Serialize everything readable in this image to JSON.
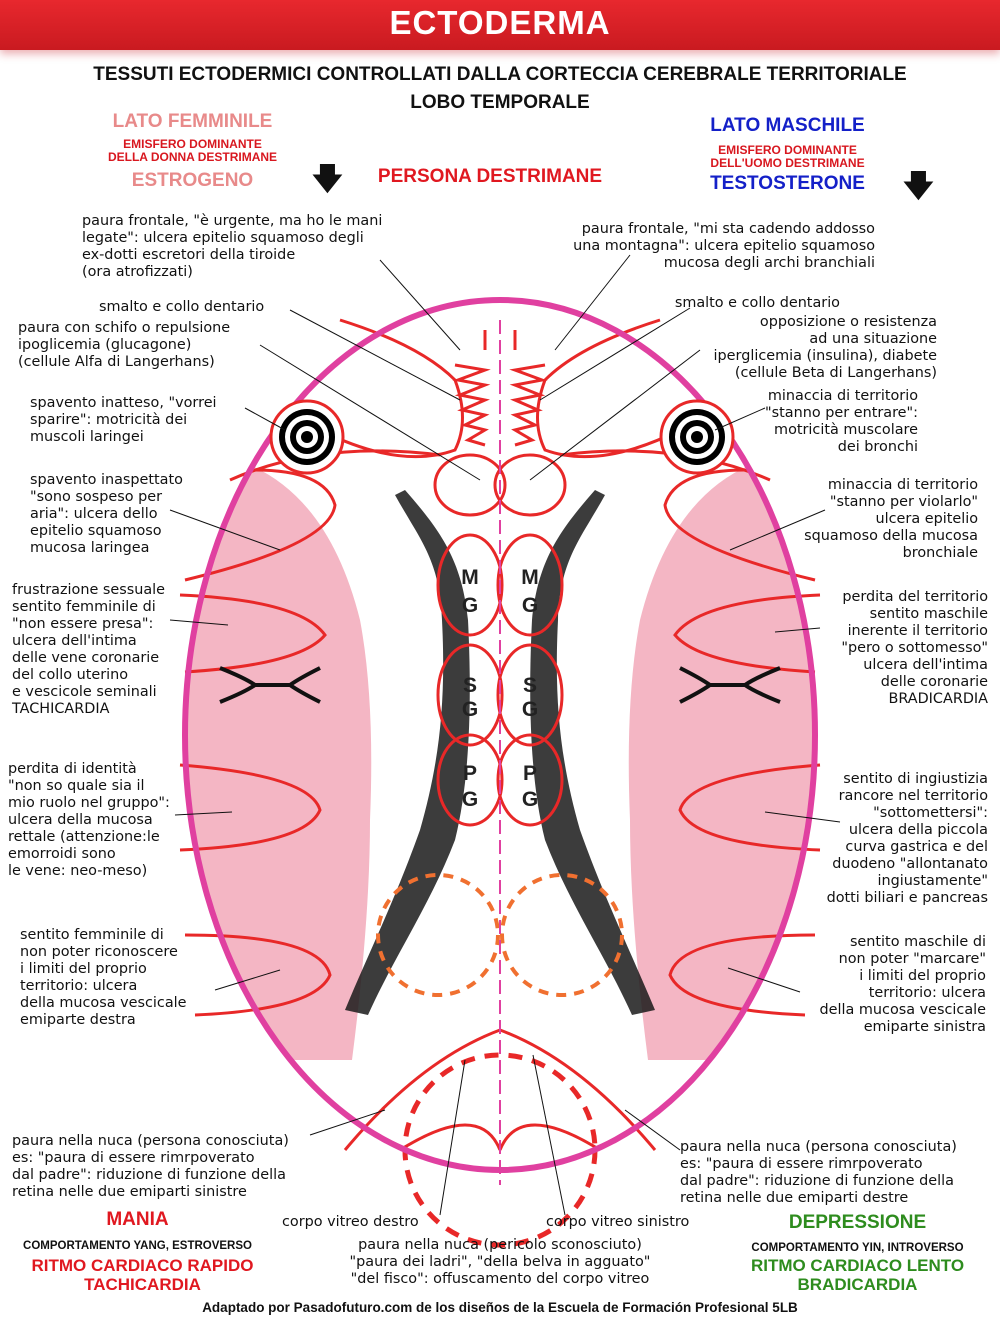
{
  "header": {
    "title": "ECTODERMA",
    "subtitle_line1": "TESSUTI ECTODERMICI CONTROLLATI DALLA CORTECCIA CEREBRALE TERRITORIALE",
    "subtitle_line2": "LOBO TEMPORALE"
  },
  "female": {
    "title": "LATO FEMMINILE",
    "emisfero": "EMISFERO DOMINANTE\nDELLA DONNA DESTRIMANE",
    "hormone": "ESTROGENO"
  },
  "male": {
    "title": "LATO MASCHILE",
    "emisfero": "EMISFERO DOMINANTE\nDELL'UOMO DESTRIMANE",
    "hormone": "TESTOSTERONE"
  },
  "center_label": "PERSONA DESTRIMANE",
  "glands": {
    "mg1": "M",
    "mg2": "G",
    "sg1": "S",
    "sg2": "G",
    "pg1": "P",
    "pg2": "G"
  },
  "left_labels": {
    "paura_frontale": "paura frontale, \"è urgente, ma ho le mani\nlegate\": ulcera epitelio squamoso degli\nex-dotti escretori della tiroide\n(ora atrofizzati)",
    "smalto": "smalto e collo dentario",
    "schifo": "paura con schifo o repulsione\nipoglicemia (glucagone)\n(cellule Alfa di Langerhans)",
    "spavento_inatteso": "spavento inatteso, \"vorrei\nsparire\": motricità dei\nmuscoli laringei",
    "spavento_inaspettato": "spavento inaspettato\n\"sono sospeso per\naria\": ulcera dello\nepitelio squamoso\nmucosa laringea",
    "frustrazione": "frustrazione sessuale\nsentito femminile di\n\"non essere presa\":\nulcera dell'intima\ndelle vene coronarie\ndel collo uterino\ne vescicole seminali\nTACHICARDIA",
    "identita": "perdita di identità\n\"non so quale sia il\nmio ruolo nel gruppo\":\nulcera della mucosa\nrettale (attenzione:le\nemorroidi sono\nle vene: neo-meso)",
    "limiti": "sentito femminile di\nnon poter riconoscere\ni limiti del proprio\nterritorio: ulcera\ndella mucosa vescicale\nemiparte destra",
    "nuca": "paura nella nuca (persona conosciuta)\nes: \"paura di essere rimrpoverato\ndal padre\": riduzione di funzione della\nretina nelle due emiparti sinistre"
  },
  "right_labels": {
    "paura_frontale": "paura frontale, \"mi sta cadendo addosso\nuna montagna\": ulcera epitelio squamoso\nmucosa degli archi branchiali",
    "smalto": "smalto e collo dentario",
    "opposizione": "opposizione o resistenza\nad una situazione\niperglicemia (insulina), diabete\n(cellule Beta di Langerhans)",
    "minaccia_entrare": "minaccia di territorio\n\"stanno per entrare\":\nmotricità muscolare\ndei bronchi",
    "minaccia_violarlo": "minaccia di territorio\n\"stanno per violarlo\"\nulcera epitelio\nsquamoso della mucosa\nbronchiale",
    "perdita": "perdita del territorio\nsentito maschile\ninerente il territorio\n\"pero o sottomesso\"\nulcera dell'intima\ndelle coronarie\nBRADICARDIA",
    "ingiustizia": "sentito di ingiustizia\nrancore nel territorio\n\"sottomettersi\":\nulcera della piccola\ncurva gastrica e del\nduodeno \"allontanato\ningiustamente\"\ndotti biliari e pancreas",
    "marcare": "sentito maschile di\nnon poter \"marcare\"\ni limiti del proprio\nterritorio: ulcera\ndella mucosa vescicale\nemiparte sinistra",
    "nuca": "paura nella nuca (persona conosciuta)\nes: \"paura di essere rimrpoverato\ndal padre\": riduzione di funzione della\nretina nelle due emiparti destre"
  },
  "bottom": {
    "vitreo_destro": "corpo vitreo destro",
    "vitreo_sinistro": "corpo vitreo sinistro",
    "nuca_center": "paura nella nuca (pericolo sconosciuto)\n\"paura dei ladri\", \"della belva in agguato\"\n\"del fisco\": offuscamento del corpo vitreo",
    "mania": "MANIA",
    "mania_comp": "COMPORTAMENTO YANG, ESTROVERSO",
    "mania_ritmo": "RITMO CARDIACO RAPIDO\nTACHICARDIA",
    "depr": "DEPRESSIONE",
    "depr_comp": "COMPORTAMENTO YIN, INTROVERSO",
    "depr_ritmo": "RITMO CARDIACO LENTO\nBRADICARDIA"
  },
  "footer": "Adaptado por Pasadofuturo.com de los diseños de la Escuela de Formación Profesional 5LB",
  "icons": {
    "arrow_left": "down-arrow-icon",
    "arrow_right": "down-arrow-icon"
  },
  "colors": {
    "banner": "#d8202a",
    "outline": "#e040a0",
    "red_line": "#e82828",
    "pink_fill": "#f4b6c4",
    "orange": "#f07030"
  }
}
